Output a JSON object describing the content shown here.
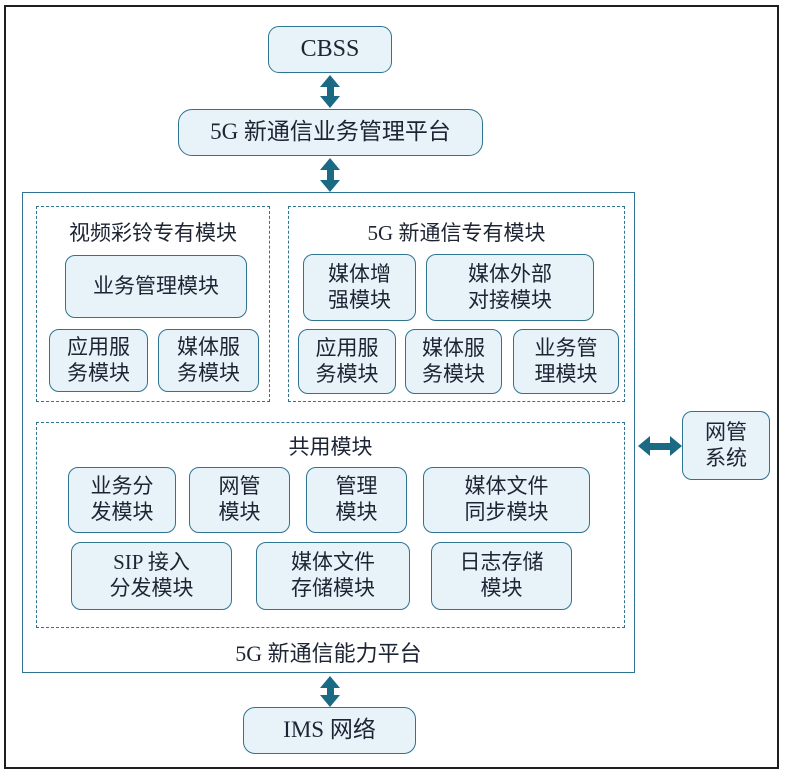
{
  "colors": {
    "box_fill": "#e8f2f9",
    "box_border": "#2e7390",
    "arrow": "#1b6a84",
    "outer_frame": "#1f1f1f",
    "text": "#1d2433"
  },
  "nodes": {
    "cbss": {
      "label": "CBSS"
    },
    "business_platform": {
      "label": "5G 新通信业务管理平台"
    },
    "capability_platform": {
      "label": "5G 新通信能力平台"
    },
    "network_mgmt_system": {
      "label": "网管\n系统"
    },
    "ims_network": {
      "label": "IMS 网络"
    }
  },
  "sections": {
    "video_ring": {
      "title": "视频彩铃专有模块",
      "modules": [
        {
          "label": "业务管理模块"
        },
        {
          "label": "应用服\n务模块"
        },
        {
          "label": "媒体服\n务模块"
        }
      ]
    },
    "new_comm_5g": {
      "title": "5G 新通信专有模块",
      "modules": [
        {
          "label": "媒体增\n强模块"
        },
        {
          "label": "媒体外部\n对接模块"
        },
        {
          "label": "应用服\n务模块"
        },
        {
          "label": "媒体服\n务模块"
        },
        {
          "label": "业务管\n理模块"
        }
      ]
    },
    "shared": {
      "title": "共用模块",
      "modules": [
        {
          "label": "业务分\n发模块"
        },
        {
          "label": "网管\n模块"
        },
        {
          "label": "管理\n模块"
        },
        {
          "label": "媒体文件\n同步模块"
        },
        {
          "label": "SIP 接入\n分发模块"
        },
        {
          "label": "媒体文件\n存储模块"
        },
        {
          "label": "日志存储\n模块"
        }
      ]
    }
  }
}
